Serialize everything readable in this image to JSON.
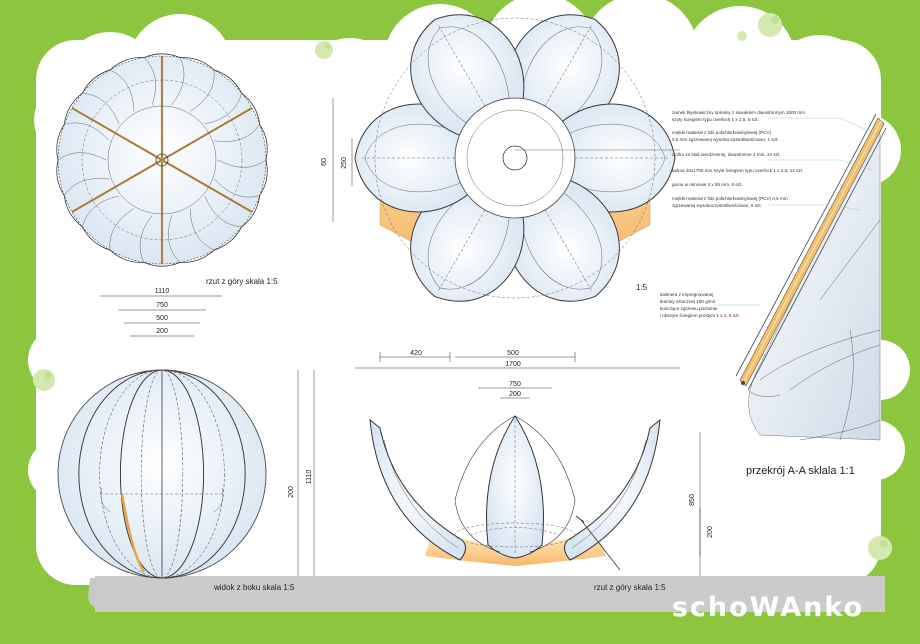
{
  "colors": {
    "frame": "#8cc63f",
    "paper": "#ffffff",
    "ground": "#c8c8c8",
    "accent": "#f5c57a",
    "film": "#e8f0f8"
  },
  "brand": {
    "logo": "schoWAnko"
  },
  "views": {
    "top": {
      "caption": "rzut z góry skala 1:5",
      "dims": [
        "1110",
        "750",
        "500",
        "200"
      ]
    },
    "plan": {
      "caption": "1:5",
      "side_dims": [
        "60",
        "250"
      ],
      "bottom_dims": [
        "420",
        "500",
        "1700"
      ]
    },
    "front": {
      "caption": "widok z boku skala 1:5",
      "dims": [
        "200",
        "1110"
      ]
    },
    "section_elev": {
      "caption": "rzut z góry skala 1:5",
      "dims": [
        "750",
        "200",
        "850",
        "200"
      ]
    },
    "detail": {
      "caption": "przekrój A-A sklala 1:1"
    }
  },
  "notes": [
    "zamek błyskawiczny spiralny z suwakiem dwustronnym 1500 mm",
    "szyty ściegiem typu overlock 1 x 2,5, 6 szt.",
    "miękki materiał z folii polichlorkowinylowej (PCV)",
    "0,5 mm zgrzewanej wysokoczęstotliwościowo, 1 szt.",
    "oczko ze stali nierdzewnej, dwustronne 4 mm, 24 szt.",
    "taśma 20x1700 mm szyte ściegiem typu overlock 1 x 2,5, 12 szt.",
    "guma w osnowie 3 x 55 mm, 6 szt.",
    "miękki materiał z folii polichlorkowinylowej (PCV) 0,5 mm",
    "zgrzewanej wysokoczęstotliwościowo, 6 szt."
  ],
  "notes2": [
    "kalimera z impregnowanej",
    "tkaniny sztucznej 190 g/m2",
    "kończące zgrzewu poziomie",
    "i obszyte ściegiem prostym 1 x 4, 6 szt."
  ]
}
